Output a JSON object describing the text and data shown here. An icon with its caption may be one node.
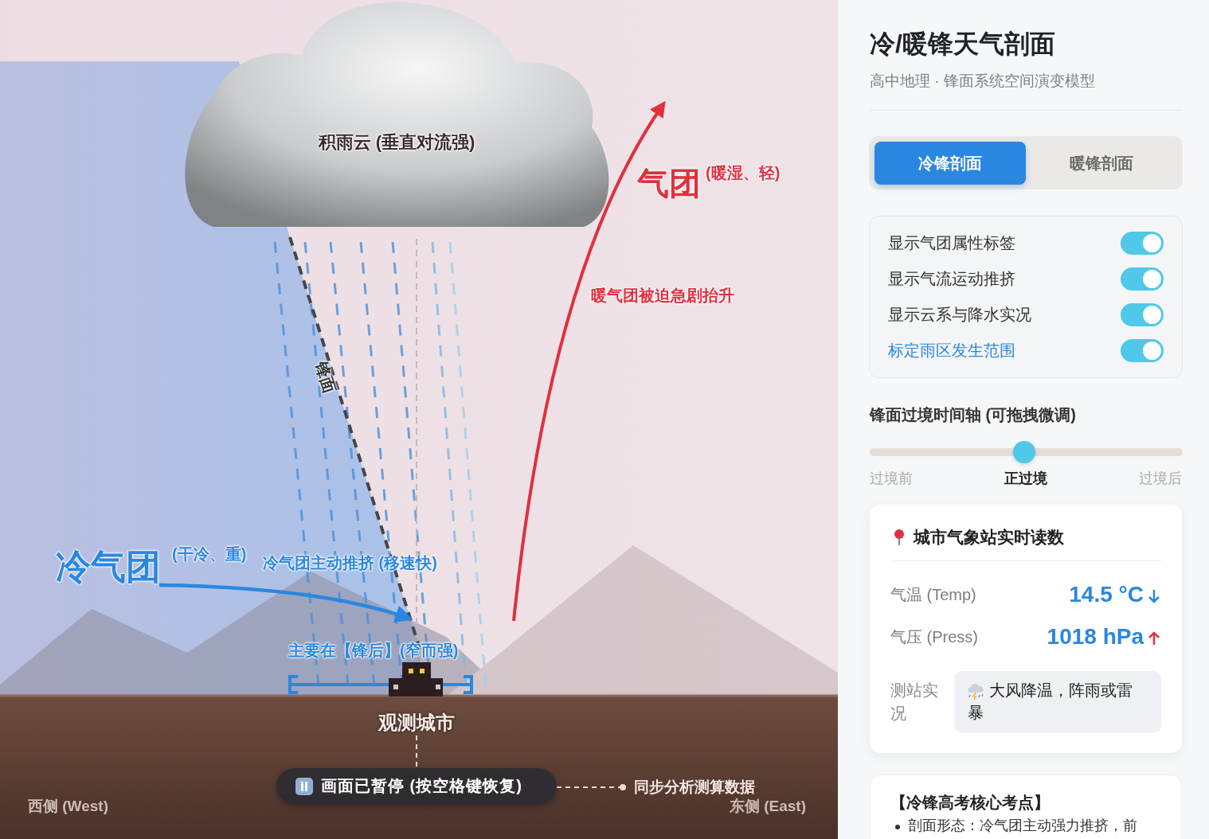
{
  "diagram": {
    "title": "冷/暖锋天气剖面",
    "nodes": [
      {
        "text": [
          "积雨云 (垂直对流强)"
        ]
      },
      {
        "text": [
          "观测城市"
        ]
      },
      {
        "text": [
          "画面已暂停 (按空格键恢复)"
        ]
      },
      {
        "text": [
          "同步分析测算数据"
        ]
      }
    ],
    "edges": [
      {
        "from": 1,
        "to": 2,
        "arrow": "none",
        "style": "dashed"
      },
      {
        "from": 3,
        "to": 2,
        "arrow": "other",
        "style": "dashed"
      }
    ],
    "labels": [
      "气团",
      "(暖湿、轻)",
      "暖气团被迫急剧抬升",
      "锋面",
      "冷气团",
      "(干冷、重)",
      "冷气团主动推挤 (移速快)",
      "主要在【锋后】(窄而强)",
      "西侧 (West)",
      "东侧 (East)",
      "高中地理 · 锋面系统空间演变模型",
      "冷锋剖面",
      "暖锋剖面",
      "显示气团属性标签",
      "显示气流运动推挤",
      "显示云系与降水实况",
      "标定雨区发生范围",
      "锋面过境时间轴 (可拖拽微调)",
      "过境前",
      "正过境",
      "过境后",
      "城市气象站实时读数",
      "气温 (Temp)",
      "14.5 °C",
      "气压 (Press)",
      "1018 hPa",
      "测站实况",
      "大风降温，阵雨或雷暴",
      "【冷锋高考核心考点】",
      "剖面形态：冷气团主动强力推挤，前"
    ]
  }
}
